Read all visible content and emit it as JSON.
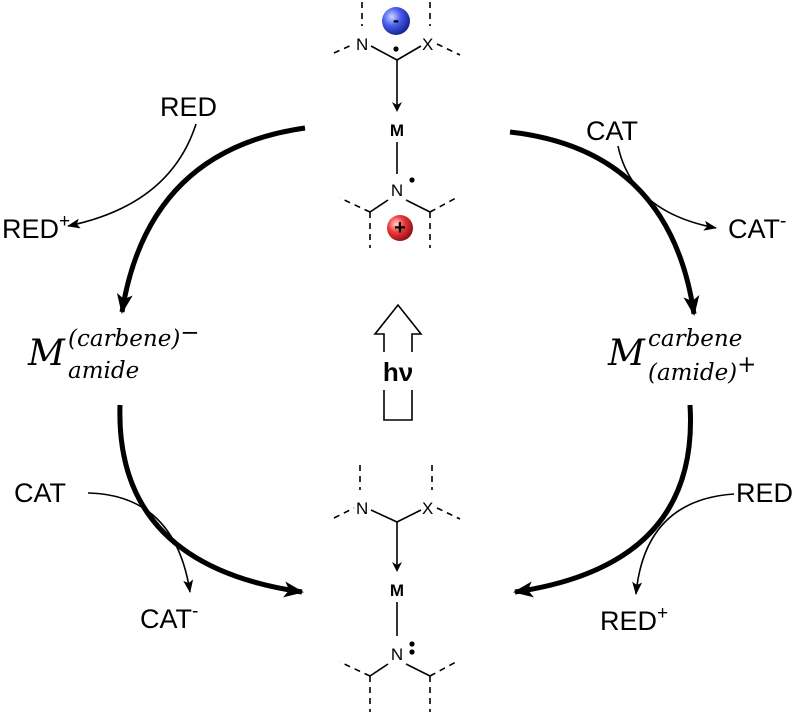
{
  "top_complex": {
    "n_label": "N",
    "x_label": "X",
    "metal_label": "M",
    "n2_label": "N",
    "neg_charge": "-",
    "pos_charge": "+"
  },
  "bottom_complex": {
    "n_label": "N",
    "x_label": "X",
    "metal_label": "M",
    "n2_label": "N"
  },
  "photoexcitation": "hν",
  "left_cycle": {
    "reductant_in": "RED",
    "reductant_out_base": "RED",
    "reductant_out_charge": "+",
    "intermediate_base": "M",
    "intermediate_sup": "(carbene)",
    "intermediate_sup_charge": "−",
    "intermediate_sub": "amide",
    "catalyst_in": "CAT",
    "catalyst_out_base": "CAT",
    "catalyst_out_charge": "-"
  },
  "right_cycle": {
    "catalyst_in": "CAT",
    "catalyst_out_base": "CAT",
    "catalyst_out_charge": "-",
    "intermediate_base": "M",
    "intermediate_sup": "carbene",
    "intermediate_sub": "(amide)",
    "intermediate_sub_charge": "+",
    "reductant_in": "RED",
    "reductant_out_base": "RED",
    "reductant_out_charge": "+"
  },
  "colors": {
    "negative_charge": "#2b3fd6",
    "positive_charge": "#e0202a"
  }
}
